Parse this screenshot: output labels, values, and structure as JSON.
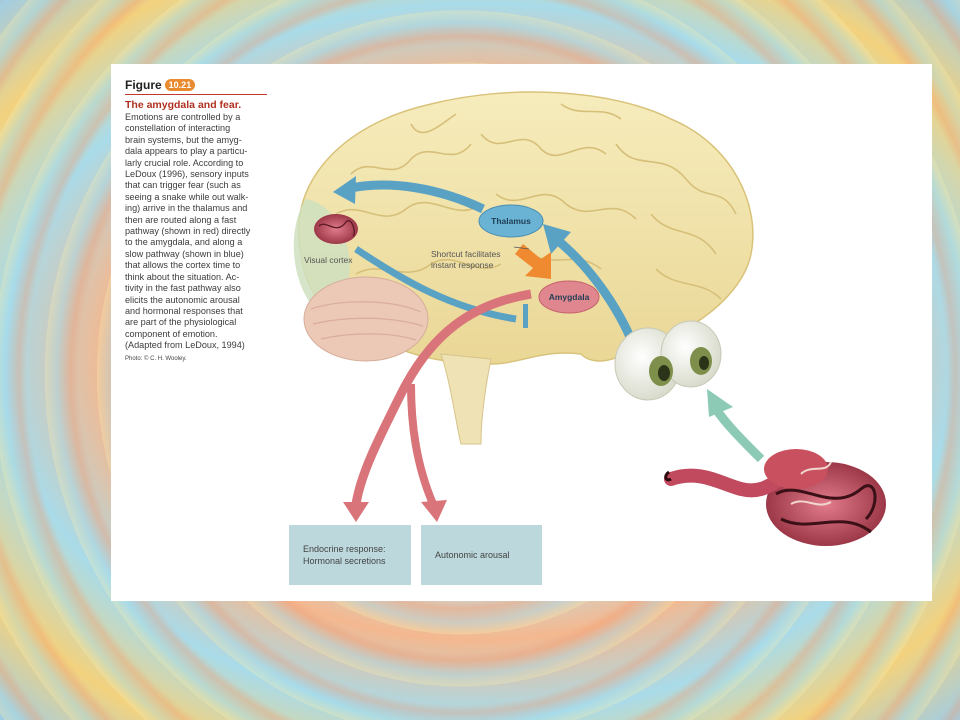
{
  "caption": {
    "figure_word": "Figure",
    "figure_number": "10.21",
    "title": "The amygdala and fear.",
    "body_lines": [
      "Emotions are controlled by a",
      "constellation of interacting",
      "brain systems, but the amyg-",
      "dala appears to play a particu-",
      "larly crucial role. According to",
      "LeDoux (1996), sensory inputs",
      "that can trigger fear (such as",
      "seeing a snake while out walk-",
      "ing) arrive in the thalamus and",
      "then are routed along a fast",
      "pathway (shown in red) directly",
      "to the amygdala, and along a",
      "slow pathway (shown in blue)",
      "that allows the cortex time to",
      "think about the situation. Ac-",
      "tivity in the fast pathway also",
      "elicits the autonomic arousal",
      "and hormonal responses that",
      "are part of the physiological",
      "component of emotion.",
      "(Adapted from LeDoux, 1994)"
    ],
    "photo_credit": "Photo: © C. H. Wooley."
  },
  "diagram": {
    "thalamus_label": "Thalamus",
    "amygdala_label": "Amygdala",
    "visual_cortex_label": "Visual cortex",
    "shortcut_line1": "Shortcut facilitates",
    "shortcut_line2": "instant response",
    "endocrine_line1": "Endocrine response:",
    "endocrine_line2": "Hormonal secretions",
    "autonomic_label": "Autonomic arousal"
  },
  "colors": {
    "fast_pathway": "#d9747a",
    "slow_pathway": "#5aa2c4",
    "shortcut_arrow": "#ef8a30",
    "brain": "#f1e4a6",
    "response_box": "#bcd8dc",
    "eye_to_thalamus_arrow": "#8ccab6"
  }
}
